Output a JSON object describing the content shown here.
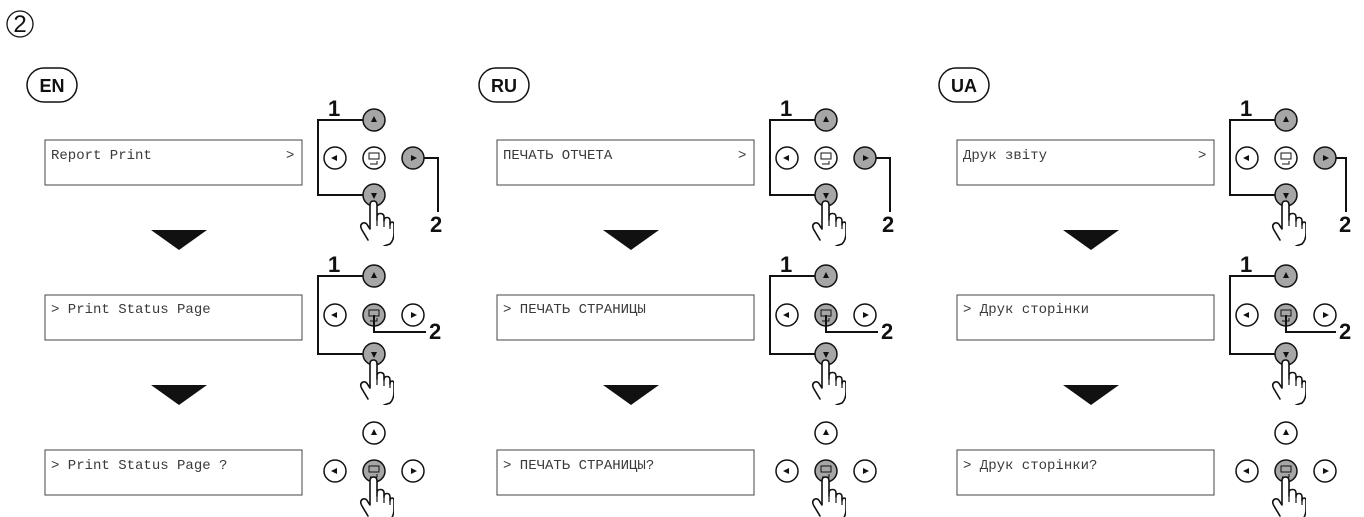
{
  "step_marker": "2",
  "columns": [
    {
      "lang": "EN",
      "screens": [
        "Report Print",
        "> Print Status Page",
        "> Print Status Page ?"
      ],
      "first_screen_arrow": ">"
    },
    {
      "lang": "RU",
      "screens": [
        "ПЕЧАТЬ ОТЧЕТА",
        "> ПЕЧАТЬ СТРАНИЦЫ",
        "> ПЕЧАТЬ СТРАНИЦЫ?"
      ],
      "first_screen_arrow": ">"
    },
    {
      "lang": "UA",
      "screens": [
        "Друк звіту",
        "> Друк сторінки",
        "> Друк сторінки?"
      ],
      "first_screen_arrow": ">"
    }
  ],
  "callouts": {
    "first": "1",
    "second": "2"
  },
  "colors": {
    "highlight": "#a6a6a6",
    "line": "#1a1a1a",
    "box": "#444444"
  }
}
